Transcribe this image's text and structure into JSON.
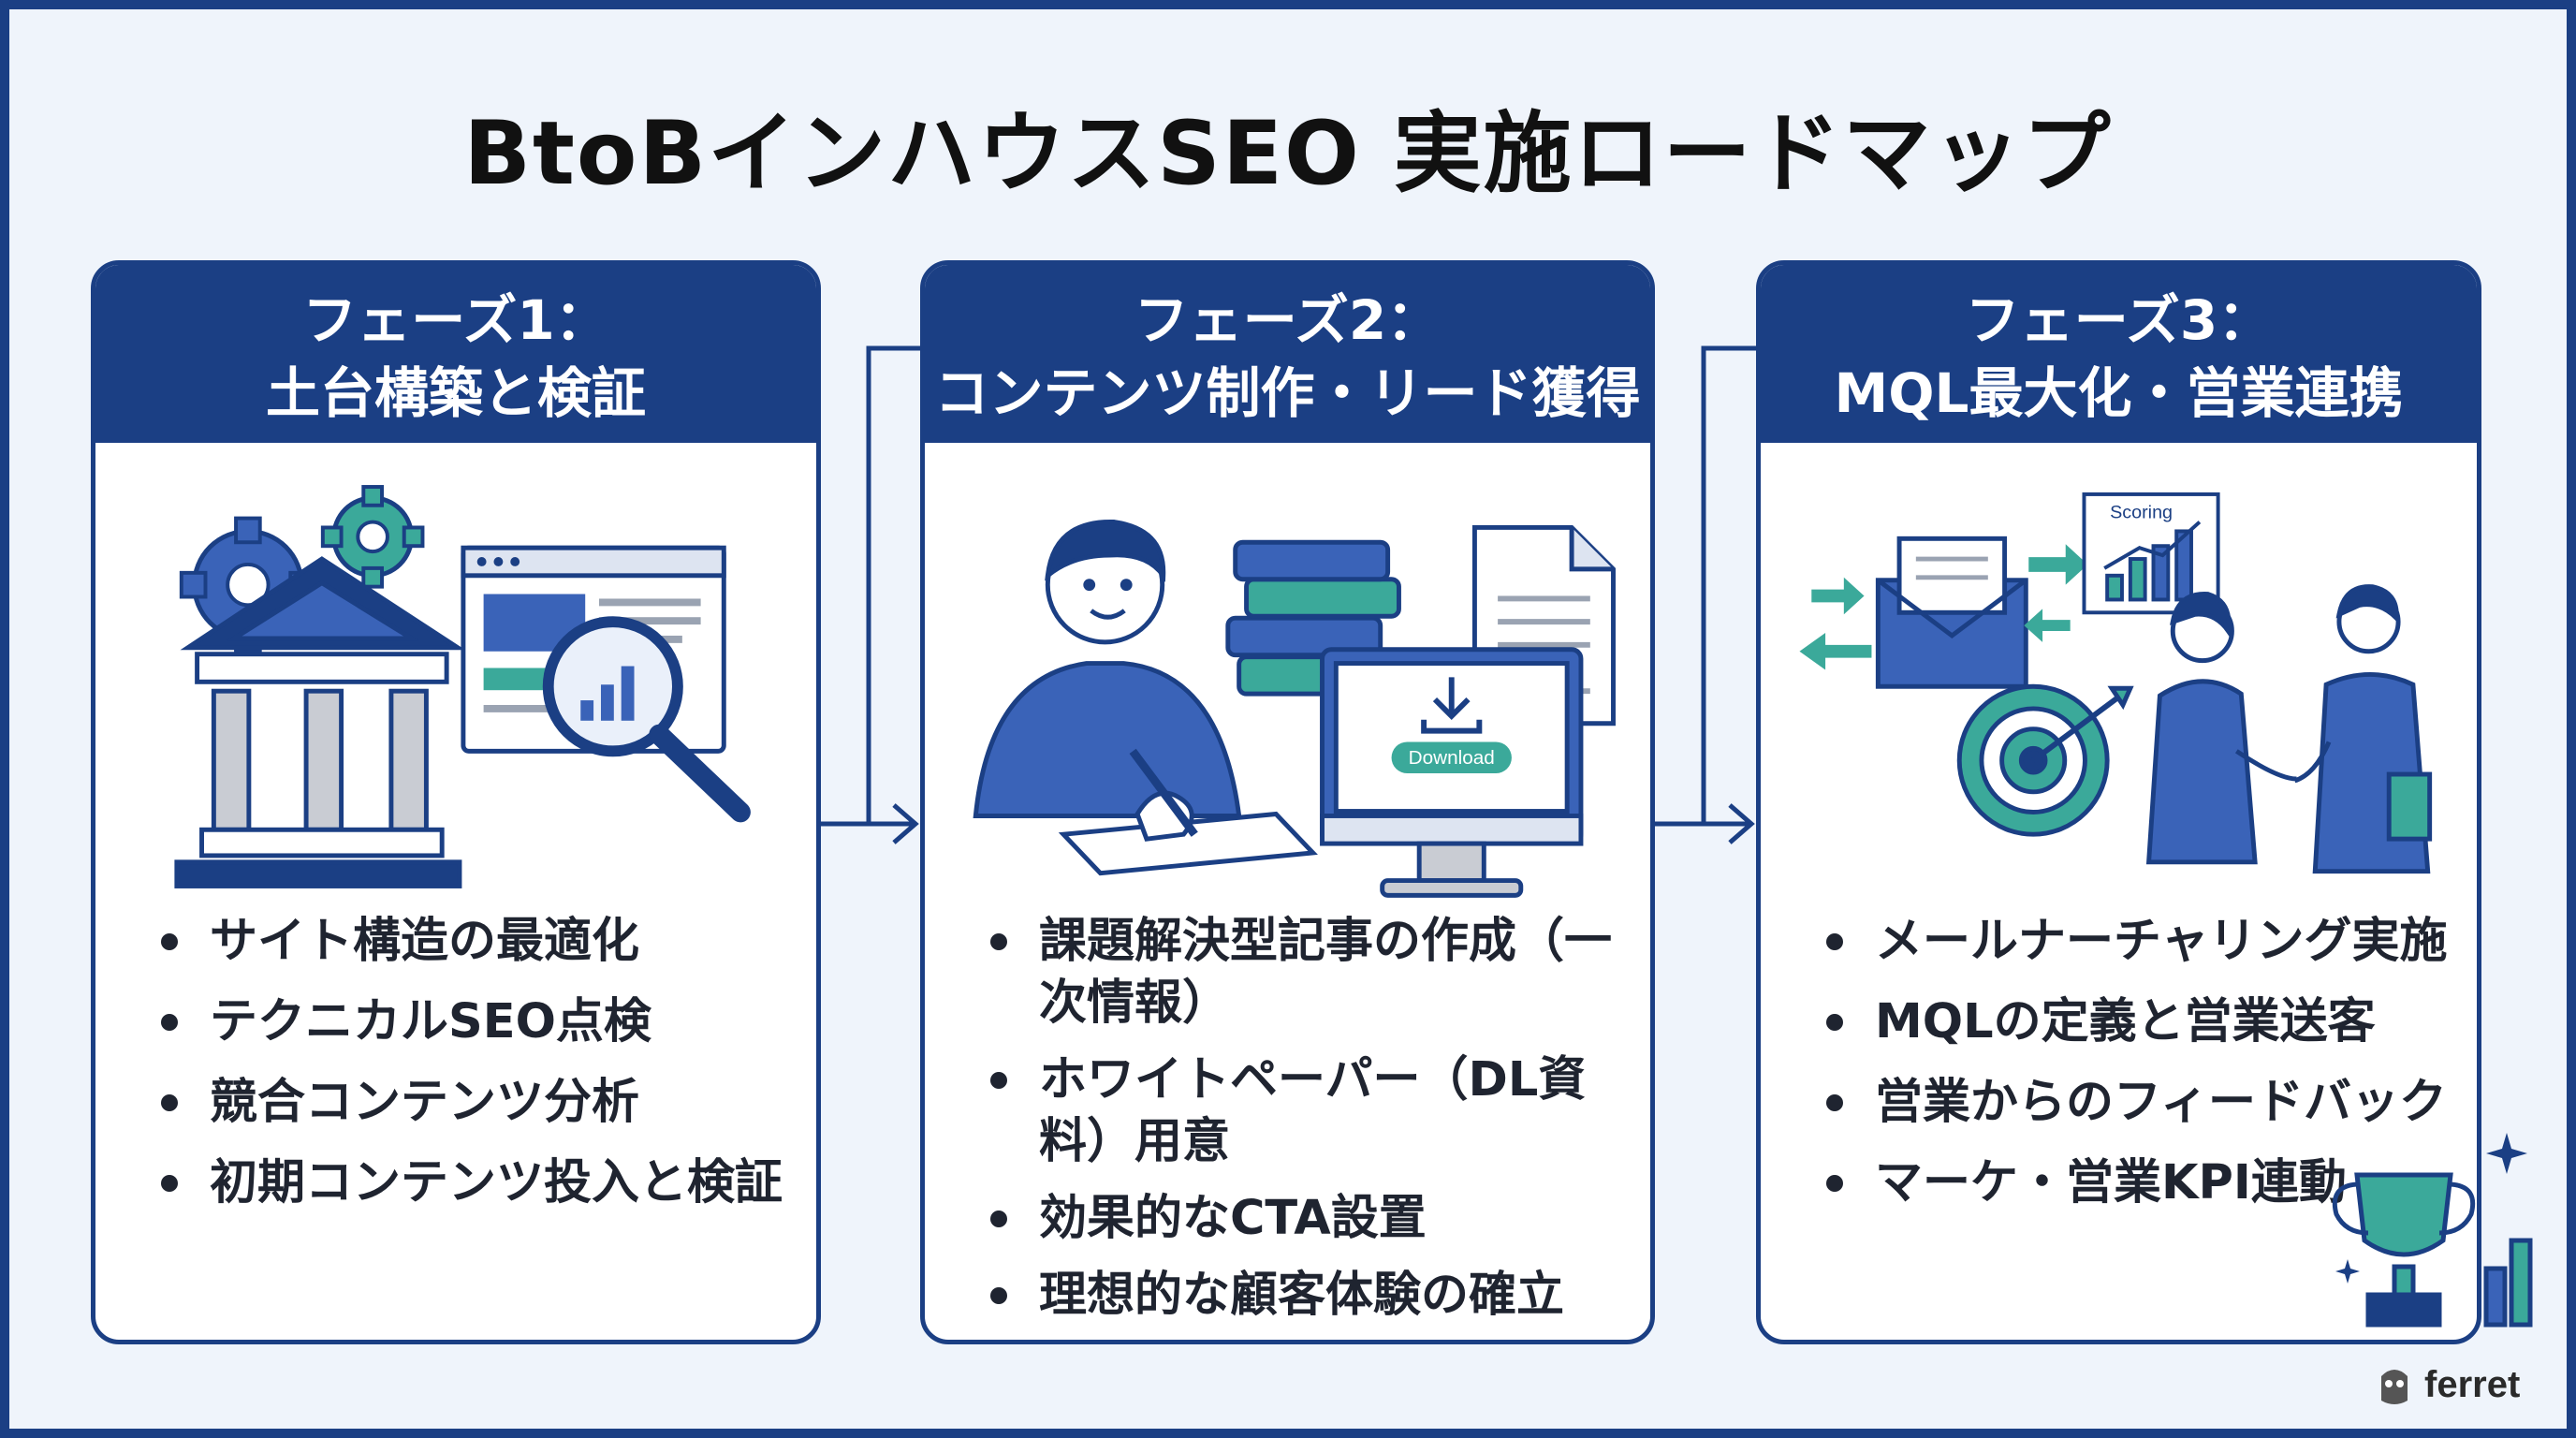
{
  "title": "BtoBインハウスSEO 実施ロードマップ",
  "phases": [
    {
      "head_line1": "フェーズ1：",
      "head_line2": "土台構築と検証",
      "items": [
        "サイト構造の最適化",
        "テクニカルSEO点検",
        "競合コンテンツ分析",
        "初期コンテンツ投入と検証"
      ]
    },
    {
      "head_line1": "フェーズ2：",
      "head_line2": "コンテンツ制作・リード獲得",
      "items": [
        "課題解決型記事の作成（一次情報）",
        "ホワイトペーパー（DL資料）用意",
        "効果的なCTA設置",
        "理想的な顧客体験の確立"
      ],
      "download_label": "Download"
    },
    {
      "head_line1": "フェーズ3：",
      "head_line2": "MQL最大化・営業連携",
      "items": [
        "メールナーチャリング実施",
        "MQLの定義と営業送客",
        "営業からのフィードバック",
        "マーケ・営業KPI連動"
      ],
      "scoring_label": "Scoring"
    }
  ],
  "logo": "ferret",
  "colors": {
    "navy": "#1b3f84",
    "blue": "#3a63b8",
    "teal": "#3ba99a",
    "background": "#eff4fb"
  }
}
